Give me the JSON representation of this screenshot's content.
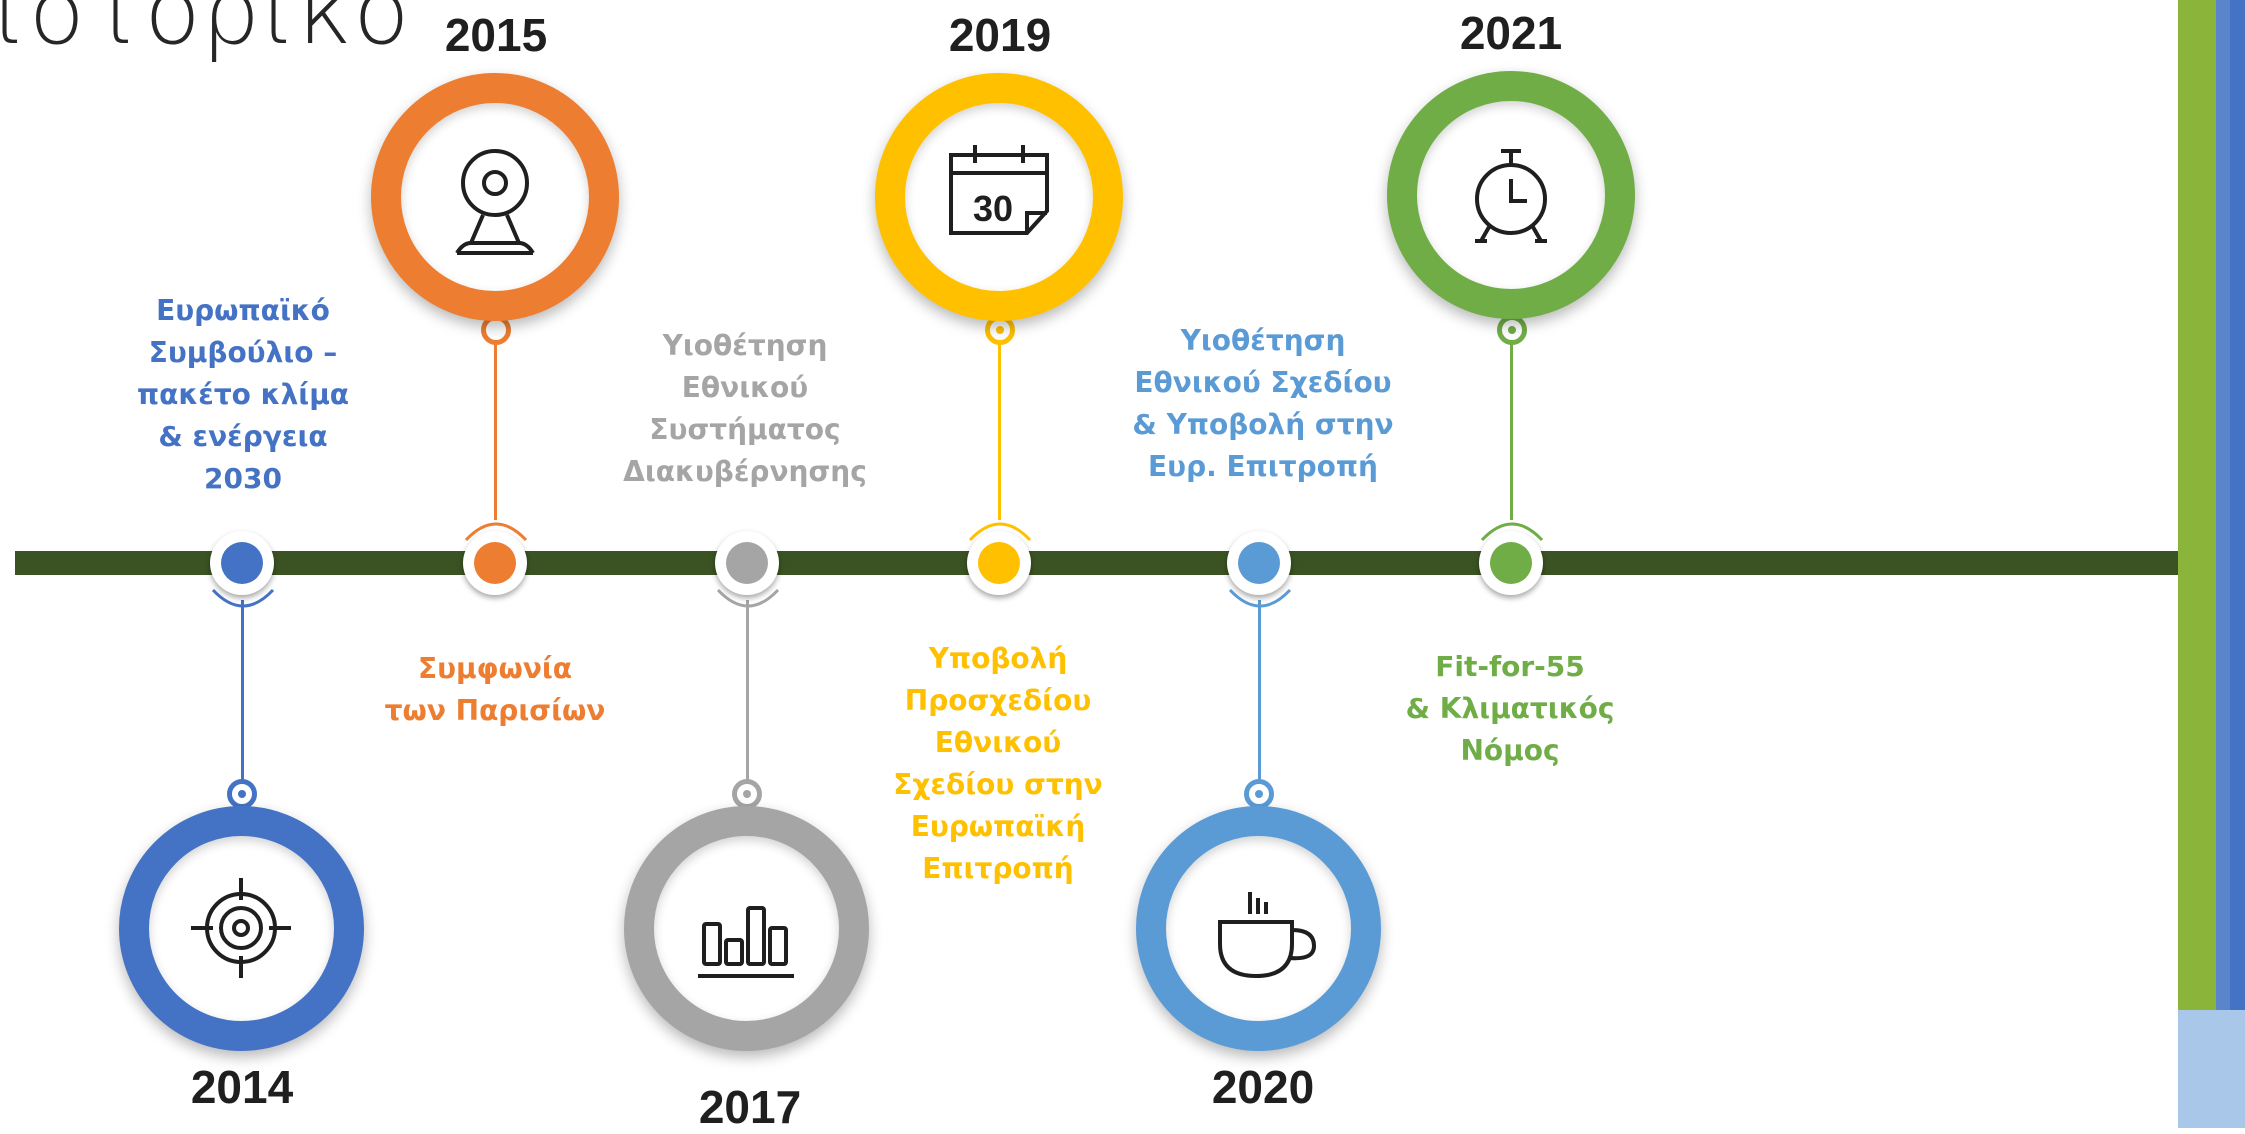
{
  "title": "ιστορικό",
  "colors": {
    "axis": "#3b5323",
    "blue": "#4472c4",
    "orange": "#ed7d31",
    "gray": "#a5a5a5",
    "yellow": "#ffc000",
    "lightblue": "#5b9bd5",
    "green": "#70ad47"
  },
  "milestones": [
    {
      "year": "2014",
      "lines": [
        "Ευρωπαϊκό",
        "Συμβούλιο –",
        "πακέτο κλίμα",
        "& ενέργεια",
        "2030"
      ],
      "icon": "target-icon",
      "color": "#4472c4"
    },
    {
      "year": "2015",
      "lines": [
        "Συμφωνία",
        "των Παρισίων"
      ],
      "icon": "webcam-icon",
      "color": "#ed7d31"
    },
    {
      "year": "2017",
      "lines": [
        "Υιοθέτηση",
        "Εθνικού",
        "Συστήματος",
        "Διακυβέρνησης"
      ],
      "icon": "bar-chart-icon",
      "color": "#a5a5a5"
    },
    {
      "year": "2019",
      "lines": [
        "Υποβολή",
        "Προσχεδίου",
        "Εθνικού",
        "Σχεδίου στην",
        "Ευρωπαϊκή",
        "Επιτροπή"
      ],
      "icon": "calendar-icon",
      "calendar_day": "30",
      "color": "#ffc000"
    },
    {
      "year": "2020",
      "lines": [
        "Υιοθέτηση",
        "Εθνικού Σχεδίου",
        "& Υποβολή στην",
        "Ευρ. Επιτροπή"
      ],
      "icon": "coffee-cup-icon",
      "color": "#5b9bd5"
    },
    {
      "year": "2021",
      "lines": [
        "Fit-for-55",
        "& Κλιματικός",
        "Νόμος"
      ],
      "icon": "stopwatch-icon",
      "color": "#70ad47"
    }
  ]
}
